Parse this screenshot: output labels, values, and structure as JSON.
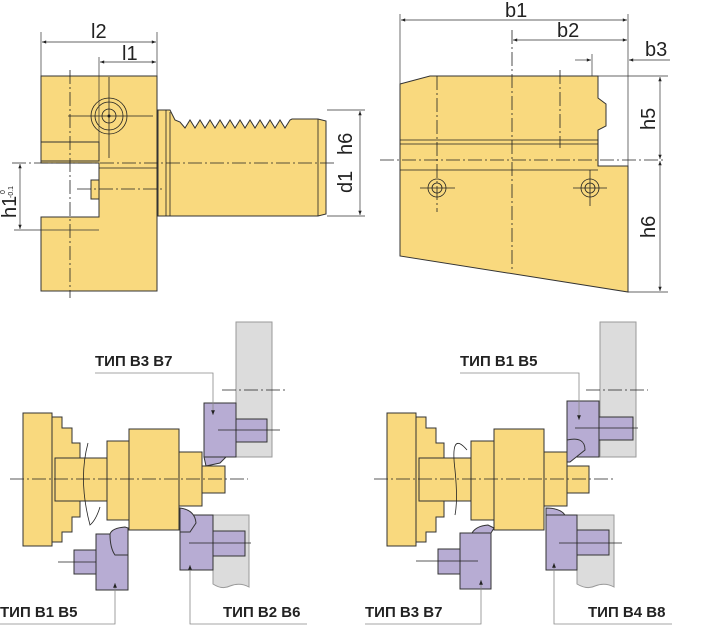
{
  "dimensions": {
    "l2": "l2",
    "l1": "l1",
    "d1": "d1",
    "h6_side": "h6",
    "h1": "h1",
    "h1_tolerance_upper": "0",
    "h1_tolerance_lower": "-0.1",
    "b1": "b1",
    "b2": "b2",
    "b3": "b3",
    "h5": "h5",
    "h6_front": "h6"
  },
  "scene_left": {
    "label_top": "ТИП B3 B7",
    "label_bottom_left": "ТИП B1 B5",
    "label_bottom_right": "ТИП B2 B6"
  },
  "scene_right": {
    "label_top": "ТИП B1 B5",
    "label_bottom_left": "ТИП B3 B7",
    "label_bottom_right": "ТИП B4 B8"
  },
  "colors": {
    "holder": "#f9d97e",
    "tool": "#b7acd3",
    "turret": "#dcdcdc"
  }
}
